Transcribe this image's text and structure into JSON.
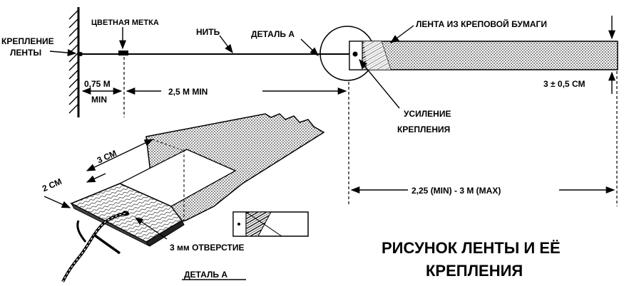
{
  "labels": {
    "anchor": [
      "КРЕПЛЕНИЕ",
      "ЛЕНТЫ"
    ],
    "color_mark": "ЦВЕТНАЯ МЕТКА",
    "thread": "НИТЬ",
    "detail_a_top": "ДЕТАЛЬ А",
    "tape": "ЛЕНТА ИЗ КРЕПОВОЙ БУМАГИ",
    "dist_075": [
      "0,75 М",
      "MIN"
    ],
    "dist_25": "2,5 М MIN",
    "width_tape": "3 ± 0,5 СМ",
    "reinforce": [
      "УСИЛЕНИЕ",
      "КРЕПЛЕНИЯ"
    ],
    "len_range": "2,25 (MIN) - 3 М (MAX)",
    "dim_3cm": "3 СМ",
    "dim_2cm": "2 СМ",
    "hole": "3 мм ОТВЕРСТИЕ",
    "detail_a_bottom": "ДЕТАЛЬ А"
  },
  "title": [
    "РИСУНОК ЛЕНТЫ И ЕЁ",
    "КРЕПЛЕНИЯ"
  ]
}
